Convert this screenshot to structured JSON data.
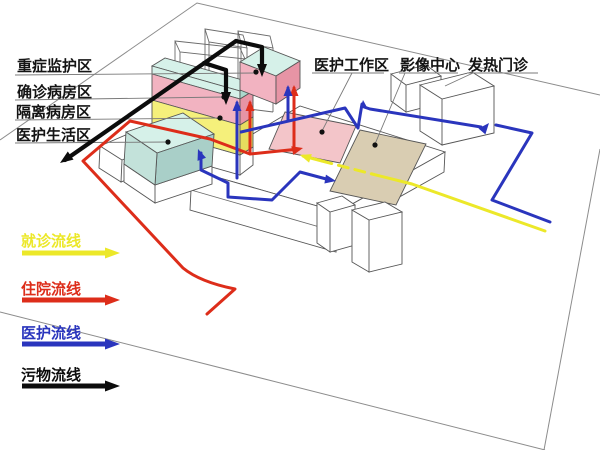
{
  "diagram": {
    "type": "hospital-circulation-axonometric-diagram",
    "zone_labels": {
      "icu": "重症监护区",
      "confirmed_ward": "确诊病房区",
      "isolation_ward": "隔离病房区",
      "staff_living": "医护生活区",
      "staff_work": "医护工作区",
      "imaging_center": "影像中心",
      "fever_clinic": "发热门诊"
    },
    "legend": {
      "outpatient": "就诊流线",
      "inpatient": "住院流线",
      "staff": "医护流线",
      "waste": "污物流线"
    },
    "colors": {
      "outpatient": "#ece829",
      "inpatient": "#dd2d1a",
      "staff": "#2a35bd",
      "waste": "#0c0c0c",
      "ward_pink": "#f2b3c1",
      "ward_pink_dark": "#e794a5",
      "ward_yellow": "#f5f07b",
      "ward_yellow_dark": "#e6dc5e",
      "roof_cyan": "#d6f1e9",
      "roof_cyan_dark": "#abd9cd",
      "living_front": "#a9cfc8",
      "living_side": "#c3e2da",
      "work_area_pink": "#f3c5c9",
      "imaging_beige": "#d9cdb2"
    }
  }
}
